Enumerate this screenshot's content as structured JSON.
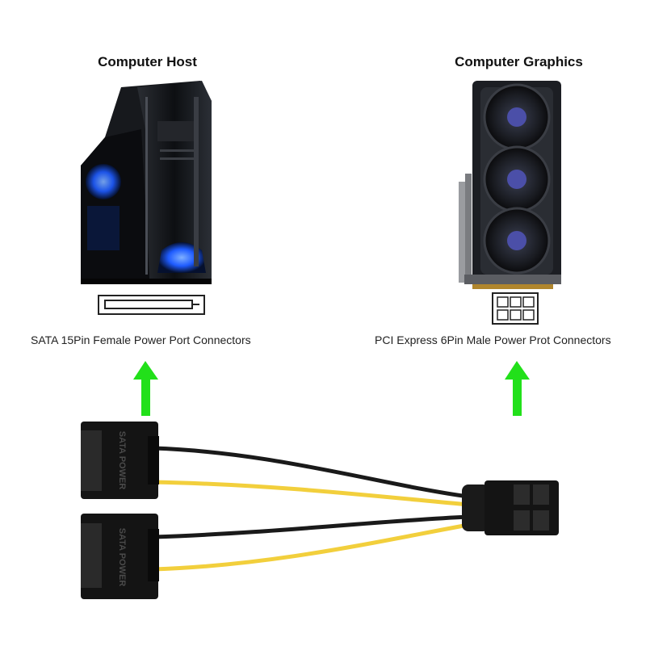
{
  "left_panel": {
    "heading": "Computer Host",
    "port_caption": "SATA 15Pin Female Power Port Connectors"
  },
  "right_panel": {
    "heading": "Computer Graphics",
    "port_caption": "PCI Express 6Pin Male Power Prot Connectors"
  },
  "cable": {
    "connector_label": "SATA POWER"
  },
  "colors": {
    "arrow": "#22e01a",
    "wire_yellow": "#f2cf3c",
    "wire_black": "#1a1a1a",
    "connector": "#141414",
    "fan_blue": "#1e5bff"
  },
  "icons": [
    "pc-tower-icon",
    "graphics-card-icon",
    "sata-port-icon",
    "pcie-6pin-port-icon",
    "up-arrow-icon"
  ]
}
